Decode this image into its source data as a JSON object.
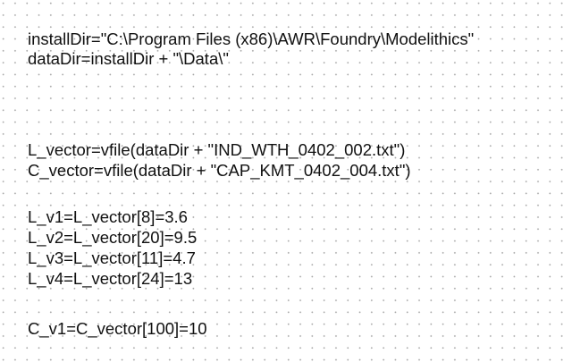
{
  "equations": [
    "installDir=\"C:\\Program Files (x86)\\AWR\\Foundry\\Modelithics\"",
    "dataDir=installDir + \"\\Data\\\"",
    "L_vector=vfile(dataDir + \"IND_WTH_0402_002.txt\")",
    "C_vector=vfile(dataDir + \"CAP_KMT_0402_004.txt\")",
    "L_v1=L_vector[8]=3.6",
    "L_v2=L_vector[20]=9.5",
    "L_v3=L_vector[11]=4.7",
    "L_v4=L_vector[24]=13",
    "C_v1=C_vector[100]=10"
  ]
}
